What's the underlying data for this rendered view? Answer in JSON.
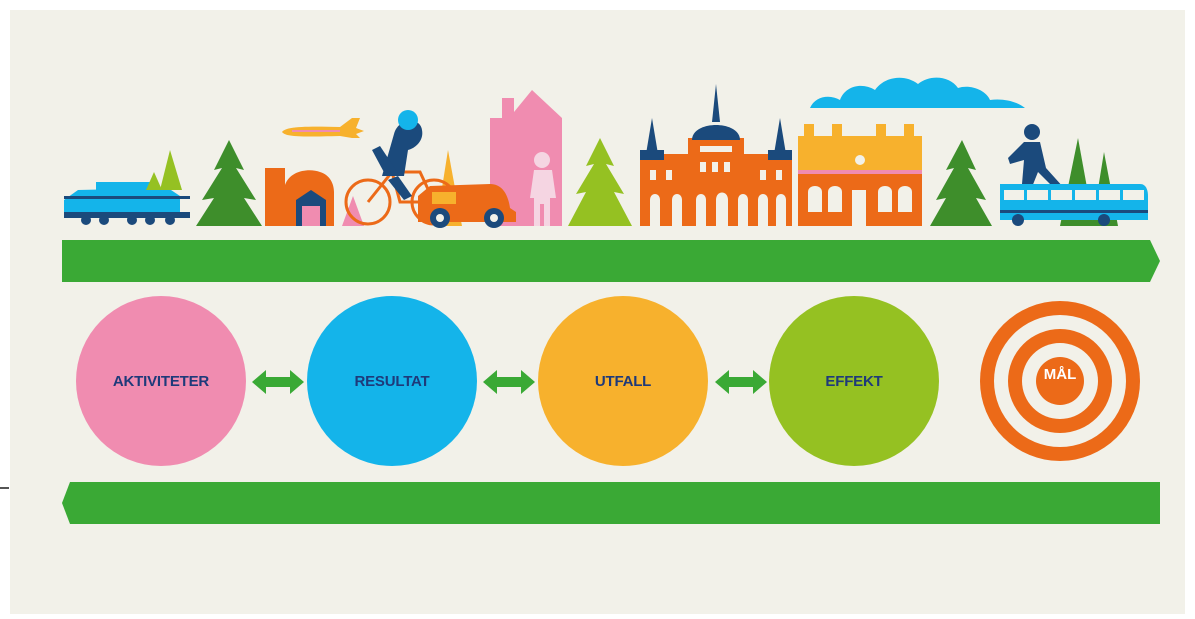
{
  "colors": {
    "background": "#f2f1e9",
    "arrow_green": "#3aa935",
    "label_navy": "#1e3a7a",
    "orange": "#ec6a18",
    "pink": "#f08cb0",
    "blue": "#14b4ea",
    "yellow": "#f7b12d",
    "lime": "#95c122",
    "dark_green": "#3e8e2b",
    "navy": "#1b4a7c"
  },
  "stages": [
    {
      "label": "AKTIVITETER",
      "color": "#f08cb0"
    },
    {
      "label": "RESULTAT",
      "color": "#14b4ea"
    },
    {
      "label": "UTFALL",
      "color": "#f7b12d"
    },
    {
      "label": "EFFEKT",
      "color": "#95c122"
    }
  ],
  "goal": {
    "label": "MÅL",
    "color": "#ec6a18"
  },
  "connectors": [
    "double-arrow-icon",
    "double-arrow-icon",
    "double-arrow-icon"
  ],
  "flow_arrows": [
    "arrow-right-banner",
    "arrow-left-banner"
  ],
  "skyline_icons": [
    "train-icon",
    "tree-icon",
    "barn-icon",
    "airplane-icon",
    "cyclist-icon",
    "car-icon",
    "pink-house-icon",
    "pedestrian-icon",
    "tree-icon",
    "castle-icon",
    "station-building-icon",
    "cloud-icon",
    "tree-icon",
    "runner-icon",
    "bus-icon"
  ]
}
